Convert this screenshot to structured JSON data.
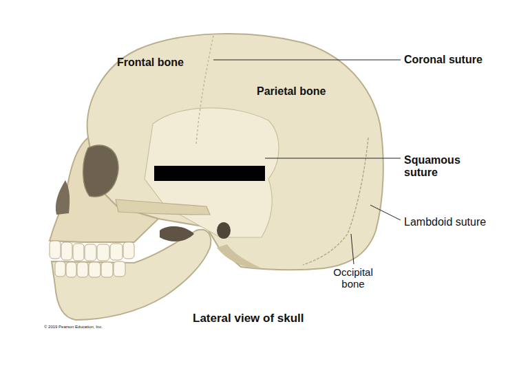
{
  "diagram": {
    "caption": "Lateral view of skull",
    "labels": [
      "Frontal bone",
      "Coronal suture",
      "Parietal bone",
      "Squamous suture",
      "Lambdoid suture",
      "Occipital bone",
      "© 2019 Pearson Education, Inc."
    ]
  }
}
